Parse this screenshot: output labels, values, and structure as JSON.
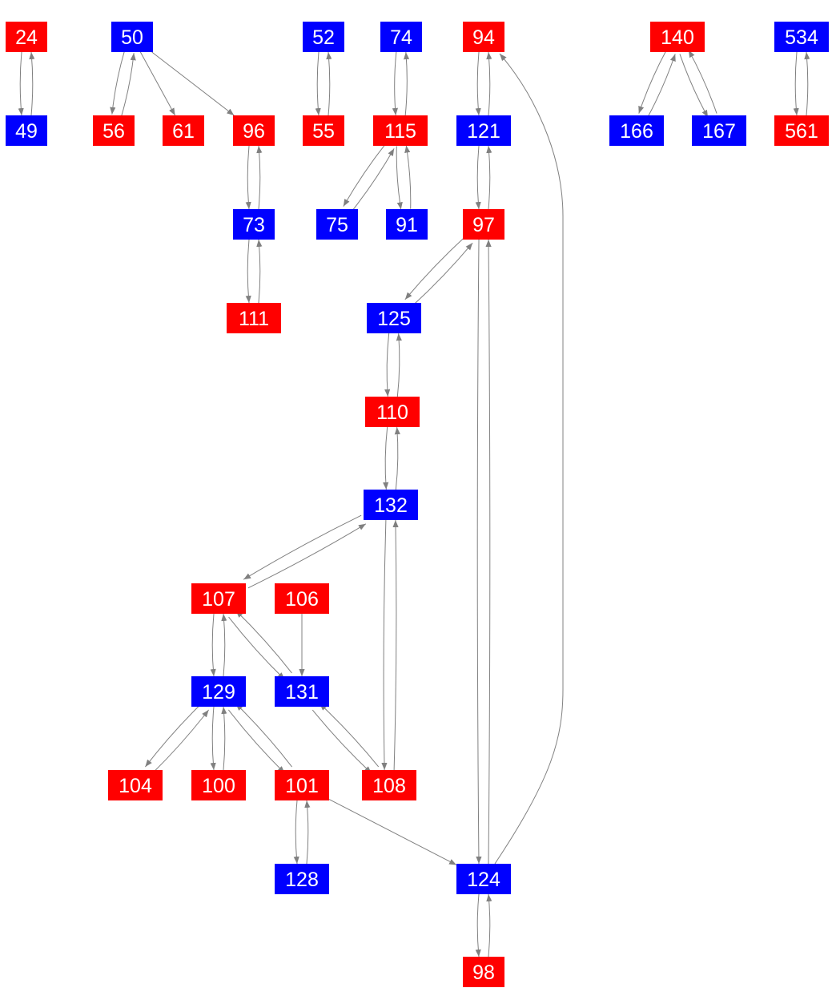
{
  "colors": {
    "red": "#ff0000",
    "blue": "#0000ff",
    "edge": "#808080",
    "label": "#ffffff"
  },
  "nodes": [
    {
      "id": "24",
      "color": "red"
    },
    {
      "id": "50",
      "color": "blue"
    },
    {
      "id": "52",
      "color": "blue"
    },
    {
      "id": "74",
      "color": "blue"
    },
    {
      "id": "94",
      "color": "red"
    },
    {
      "id": "140",
      "color": "red"
    },
    {
      "id": "534",
      "color": "blue"
    },
    {
      "id": "49",
      "color": "blue"
    },
    {
      "id": "56",
      "color": "red"
    },
    {
      "id": "61",
      "color": "red"
    },
    {
      "id": "96",
      "color": "red"
    },
    {
      "id": "55",
      "color": "red"
    },
    {
      "id": "115",
      "color": "red"
    },
    {
      "id": "121",
      "color": "blue"
    },
    {
      "id": "166",
      "color": "blue"
    },
    {
      "id": "167",
      "color": "blue"
    },
    {
      "id": "561",
      "color": "red"
    },
    {
      "id": "73",
      "color": "blue"
    },
    {
      "id": "75",
      "color": "blue"
    },
    {
      "id": "91",
      "color": "blue"
    },
    {
      "id": "97",
      "color": "red"
    },
    {
      "id": "111",
      "color": "red"
    },
    {
      "id": "125",
      "color": "blue"
    },
    {
      "id": "110",
      "color": "red"
    },
    {
      "id": "132",
      "color": "blue"
    },
    {
      "id": "107",
      "color": "red"
    },
    {
      "id": "106",
      "color": "red"
    },
    {
      "id": "129",
      "color": "blue"
    },
    {
      "id": "131",
      "color": "blue"
    },
    {
      "id": "104",
      "color": "red"
    },
    {
      "id": "100",
      "color": "red"
    },
    {
      "id": "101",
      "color": "red"
    },
    {
      "id": "108",
      "color": "red"
    },
    {
      "id": "128",
      "color": "blue"
    },
    {
      "id": "124",
      "color": "blue"
    },
    {
      "id": "98",
      "color": "red"
    }
  ],
  "edges": [
    [
      "24",
      "49"
    ],
    [
      "49",
      "24"
    ],
    [
      "50",
      "56"
    ],
    [
      "56",
      "50"
    ],
    [
      "50",
      "61"
    ],
    [
      "50",
      "96"
    ],
    [
      "96",
      "73"
    ],
    [
      "73",
      "96"
    ],
    [
      "73",
      "111"
    ],
    [
      "111",
      "73"
    ],
    [
      "52",
      "55"
    ],
    [
      "55",
      "52"
    ],
    [
      "74",
      "115"
    ],
    [
      "115",
      "74"
    ],
    [
      "115",
      "75"
    ],
    [
      "75",
      "115"
    ],
    [
      "115",
      "91"
    ],
    [
      "91",
      "115"
    ],
    [
      "94",
      "121"
    ],
    [
      "121",
      "94"
    ],
    [
      "121",
      "97"
    ],
    [
      "97",
      "121"
    ],
    [
      "97",
      "125"
    ],
    [
      "125",
      "97"
    ],
    [
      "97",
      "124"
    ],
    [
      "124",
      "97"
    ],
    [
      "124",
      "94"
    ],
    [
      "125",
      "110"
    ],
    [
      "110",
      "125"
    ],
    [
      "110",
      "132"
    ],
    [
      "132",
      "110"
    ],
    [
      "132",
      "107"
    ],
    [
      "107",
      "132"
    ],
    [
      "132",
      "108"
    ],
    [
      "108",
      "132"
    ],
    [
      "107",
      "129"
    ],
    [
      "129",
      "107"
    ],
    [
      "107",
      "131"
    ],
    [
      "131",
      "107"
    ],
    [
      "106",
      "131"
    ],
    [
      "131",
      "108"
    ],
    [
      "108",
      "131"
    ],
    [
      "129",
      "104"
    ],
    [
      "104",
      "129"
    ],
    [
      "129",
      "100"
    ],
    [
      "100",
      "129"
    ],
    [
      "129",
      "101"
    ],
    [
      "101",
      "129"
    ],
    [
      "101",
      "128"
    ],
    [
      "128",
      "101"
    ],
    [
      "101",
      "124"
    ],
    [
      "124",
      "98"
    ],
    [
      "98",
      "124"
    ],
    [
      "140",
      "166"
    ],
    [
      "166",
      "140"
    ],
    [
      "140",
      "167"
    ],
    [
      "167",
      "140"
    ],
    [
      "534",
      "561"
    ],
    [
      "561",
      "534"
    ]
  ]
}
